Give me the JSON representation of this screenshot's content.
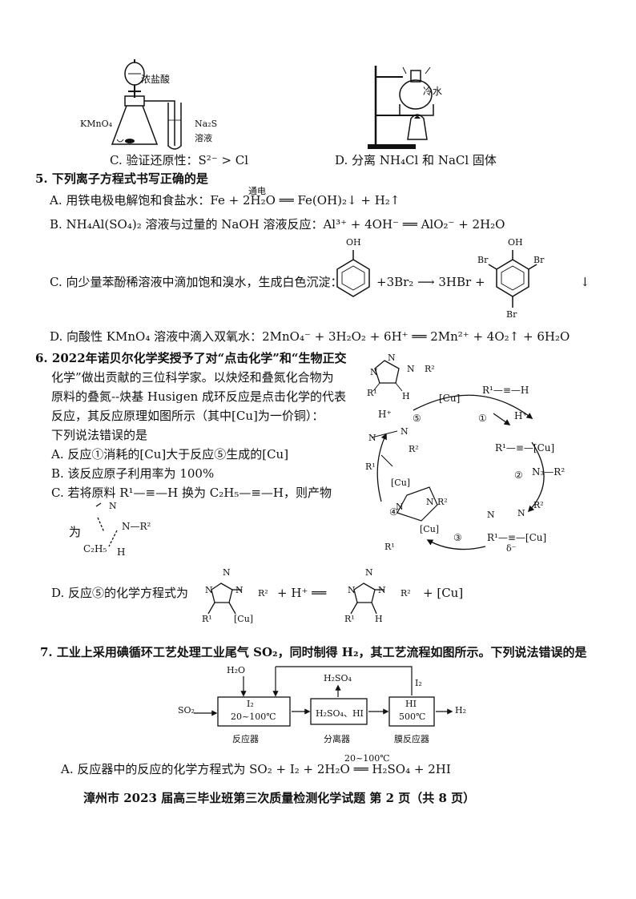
{
  "apparatus": {
    "c_labels": {
      "acid": "浓盐酸",
      "oxidant": "KMnO₄",
      "solution_a": "Na₂S",
      "solution_b": "溶液"
    },
    "c_caption": "C. 验证还原性：S²⁻ > Cl",
    "d_labels": {
      "water": "冷水"
    },
    "d_caption": "D. 分离 NH₄Cl 和 NaCl 固体"
  },
  "q5": {
    "stem": "5. 下列离子方程式书写正确的是",
    "a": "A. 用铁电极电解饱和食盐水：Fe + 2H₂O ══ Fe(OH)₂↓ + H₂↑",
    "a_cond": "通电",
    "b": "B. NH₄Al(SO₄)₂ 溶液与过量的 NaOH 溶液反应：Al³⁺ + 4OH⁻ ══ AlO₂⁻ + 2H₂O",
    "c_text": "C. 向少量苯酚稀溶液中滴加饱和溴水，生成白色沉淀：",
    "c_plus": "+3Br₂ ⟶ 3HBr +",
    "oh": "OH",
    "br": "Br",
    "down": "↓",
    "d": "D. 向酸性 KMnO₄ 溶液中滴入双氧水：2MnO₄⁻ + 3H₂O₂ + 6H⁺ ══ 2Mn²⁺ + 4O₂↑ + 6H₂O"
  },
  "q6": {
    "stem_lines": [
      "6. 2022年诺贝尔化学奖授予了对“点击化学”和“生物正交",
      "化学”做出贡献的三位科学家。以炔烃和叠氮化合物为",
      "原料的叠氮--炔基 Husigen 成环反应是点击化学的代表",
      "反应，其反应原理如图所示（其中[Cu]为一价铜）：",
      "下列说法错误的是"
    ],
    "a": "A. 反应①消耗的[Cu]大于反应⑤生成的[Cu]",
    "b": "B. 该反应原子利用率为 100%",
    "c": "C. 若将原料 R¹—≡—H 换为 C₂H₅—≡—H，则产物",
    "c_wei": "为",
    "c_c2h5": "C₂H₅",
    "c_h": "H",
    "c_r2": "N—R²",
    "d": "D. 反应⑤的化学方程式为",
    "d_plus": "+ H⁺ ══",
    "d_cu": "+ [Cu]",
    "cycle": {
      "cu": "[Cu]",
      "r1h": "R¹—≡—H",
      "hplus_out": "H⁺",
      "hplus_in": "H⁺",
      "r1cu": "R¹—≡—[Cu]",
      "n3r2": "N₃—R²",
      "steps": [
        "①",
        "②",
        "③",
        "④",
        "⑤"
      ],
      "delta": "δ⁻",
      "n": "N",
      "r1": "R¹",
      "r2": "R²",
      "h": "H"
    }
  },
  "q7": {
    "stem": "7. 工业上采用碘循环工艺处理工业尾气 SO₂，同时制得 H₂，其工艺流程如图所示。下列说法错误的是",
    "flow": {
      "h2o": "H₂O",
      "so2": "SO₂",
      "i2_box": "I₂",
      "temp1": "20~100℃",
      "reactor": "反应器",
      "h2so4": "H₂SO₄",
      "mix": "H₂SO₄、HI",
      "separator": "分离器",
      "hi": "HI",
      "temp2": "500℃",
      "membrane": "膜反应器",
      "i2": "I₂",
      "h2": "H₂"
    },
    "a": "A. 反应器中的反应的化学方程式为 SO₂ + I₂ + 2H₂O ══ H₂SO₄ + 2HI",
    "a_cond": "20~100℃"
  },
  "footer": "漳州市 2023 届高三毕业班第三次质量检测化学试题   第 2 页（共 8 页）"
}
